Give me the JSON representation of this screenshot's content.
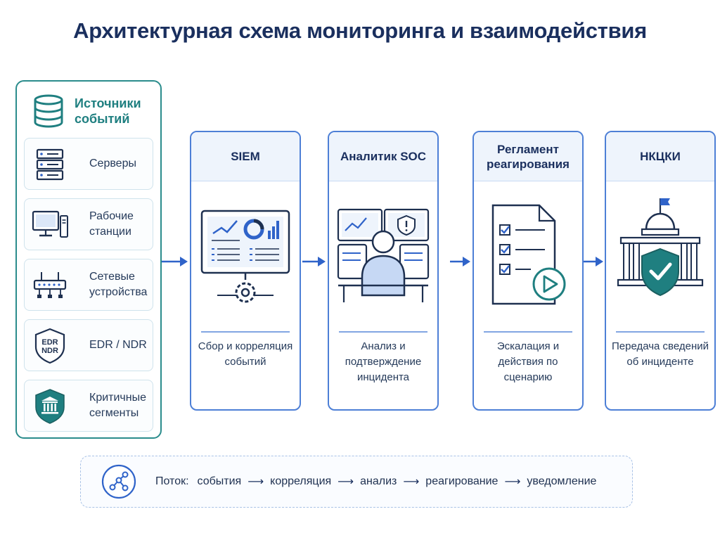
{
  "title": "Архитектурная схема мониторинга и взаимодействия",
  "sources": {
    "heading_line1": "Источники",
    "heading_line2": "событий",
    "heading_icon": "database-icon",
    "items": [
      {
        "label": "Серверы",
        "icon": "server-rack-icon"
      },
      {
        "label": "Рабочие станции",
        "icon": "workstation-icon"
      },
      {
        "label": "Сетевые устройства",
        "icon": "network-switch-icon"
      },
      {
        "label": "EDR / NDR",
        "icon": "edr-ndr-shield-icon",
        "badge_line1": "EDR",
        "badge_line2": "NDR"
      },
      {
        "label": "Критичные сегменты",
        "icon": "secure-building-shield-icon"
      }
    ]
  },
  "stages": [
    {
      "title": "SIEM",
      "description": "Сбор и корреляция событий",
      "icon": "siem-dashboard-icon"
    },
    {
      "title": "Аналитик SOC",
      "description": "Анализ и подтверждение инцидента",
      "icon": "soc-analyst-icon"
    },
    {
      "title": "Регламент реагирования",
      "description": "Эскалация и действия по сценарию",
      "icon": "playbook-document-icon"
    },
    {
      "title": "НКЦКИ",
      "description": "Передача сведений об инциденте",
      "icon": "government-shield-icon"
    }
  ],
  "flow": {
    "prefix": "Поток:",
    "steps": [
      "события",
      "корреляция",
      "анализ",
      "реагирование",
      "уведомление"
    ],
    "icon": "flow-graph-icon"
  },
  "colors": {
    "title": "#1a2f5e",
    "teal_accent": "#2a8c8c",
    "blue_accent": "#4d7fd6",
    "arrow": "#2f63c9"
  }
}
